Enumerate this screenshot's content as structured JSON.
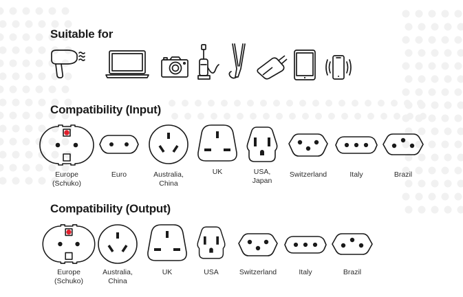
{
  "suitable": {
    "title": "Suitable for",
    "devices": [
      {
        "icon": "hair-dryer-icon"
      },
      {
        "icon": "laptop-icon"
      },
      {
        "icon": "camera-icon"
      },
      {
        "icon": "stick-vacuum-icon"
      },
      {
        "icon": "hair-straightener-icon"
      },
      {
        "icon": "wall-charger-icon"
      },
      {
        "icon": "tablet-icon"
      },
      {
        "icon": "vibrating-phone-icon"
      }
    ]
  },
  "input": {
    "title": "Compatibility (Input)",
    "plugs": [
      {
        "icon": "schuko-socket-icon",
        "label": "Europe\n(Schuko)"
      },
      {
        "icon": "euro-socket-icon",
        "label": "Euro"
      },
      {
        "icon": "australia-china-socket-icon",
        "label": "Australia,\nChina"
      },
      {
        "icon": "uk-socket-icon",
        "label": "UK"
      },
      {
        "icon": "usa-japan-socket-icon",
        "label": "USA,\nJapan"
      },
      {
        "icon": "switzerland-socket-icon",
        "label": "Switzerland"
      },
      {
        "icon": "italy-socket-icon",
        "label": "Italy"
      },
      {
        "icon": "brazil-socket-icon",
        "label": "Brazil"
      }
    ]
  },
  "output": {
    "title": "Compatibility (Output)",
    "plugs": [
      {
        "icon": "schuko-socket-icon",
        "label": "Europe\n(Schuko)"
      },
      {
        "icon": "australia-china-socket-icon",
        "label": "Australia,\nChina"
      },
      {
        "icon": "uk-socket-icon",
        "label": "UK"
      },
      {
        "icon": "usa-socket-icon",
        "label": "USA"
      },
      {
        "icon": "switzerland-socket-icon",
        "label": "Switzerland"
      },
      {
        "icon": "italy-socket-icon",
        "label": "Italy"
      },
      {
        "icon": "brazil-socket-icon",
        "label": "Brazil"
      }
    ]
  },
  "colors": {
    "accent": "#e0202c",
    "line": "#1a1a1a",
    "dots": "#f1f1f1"
  }
}
